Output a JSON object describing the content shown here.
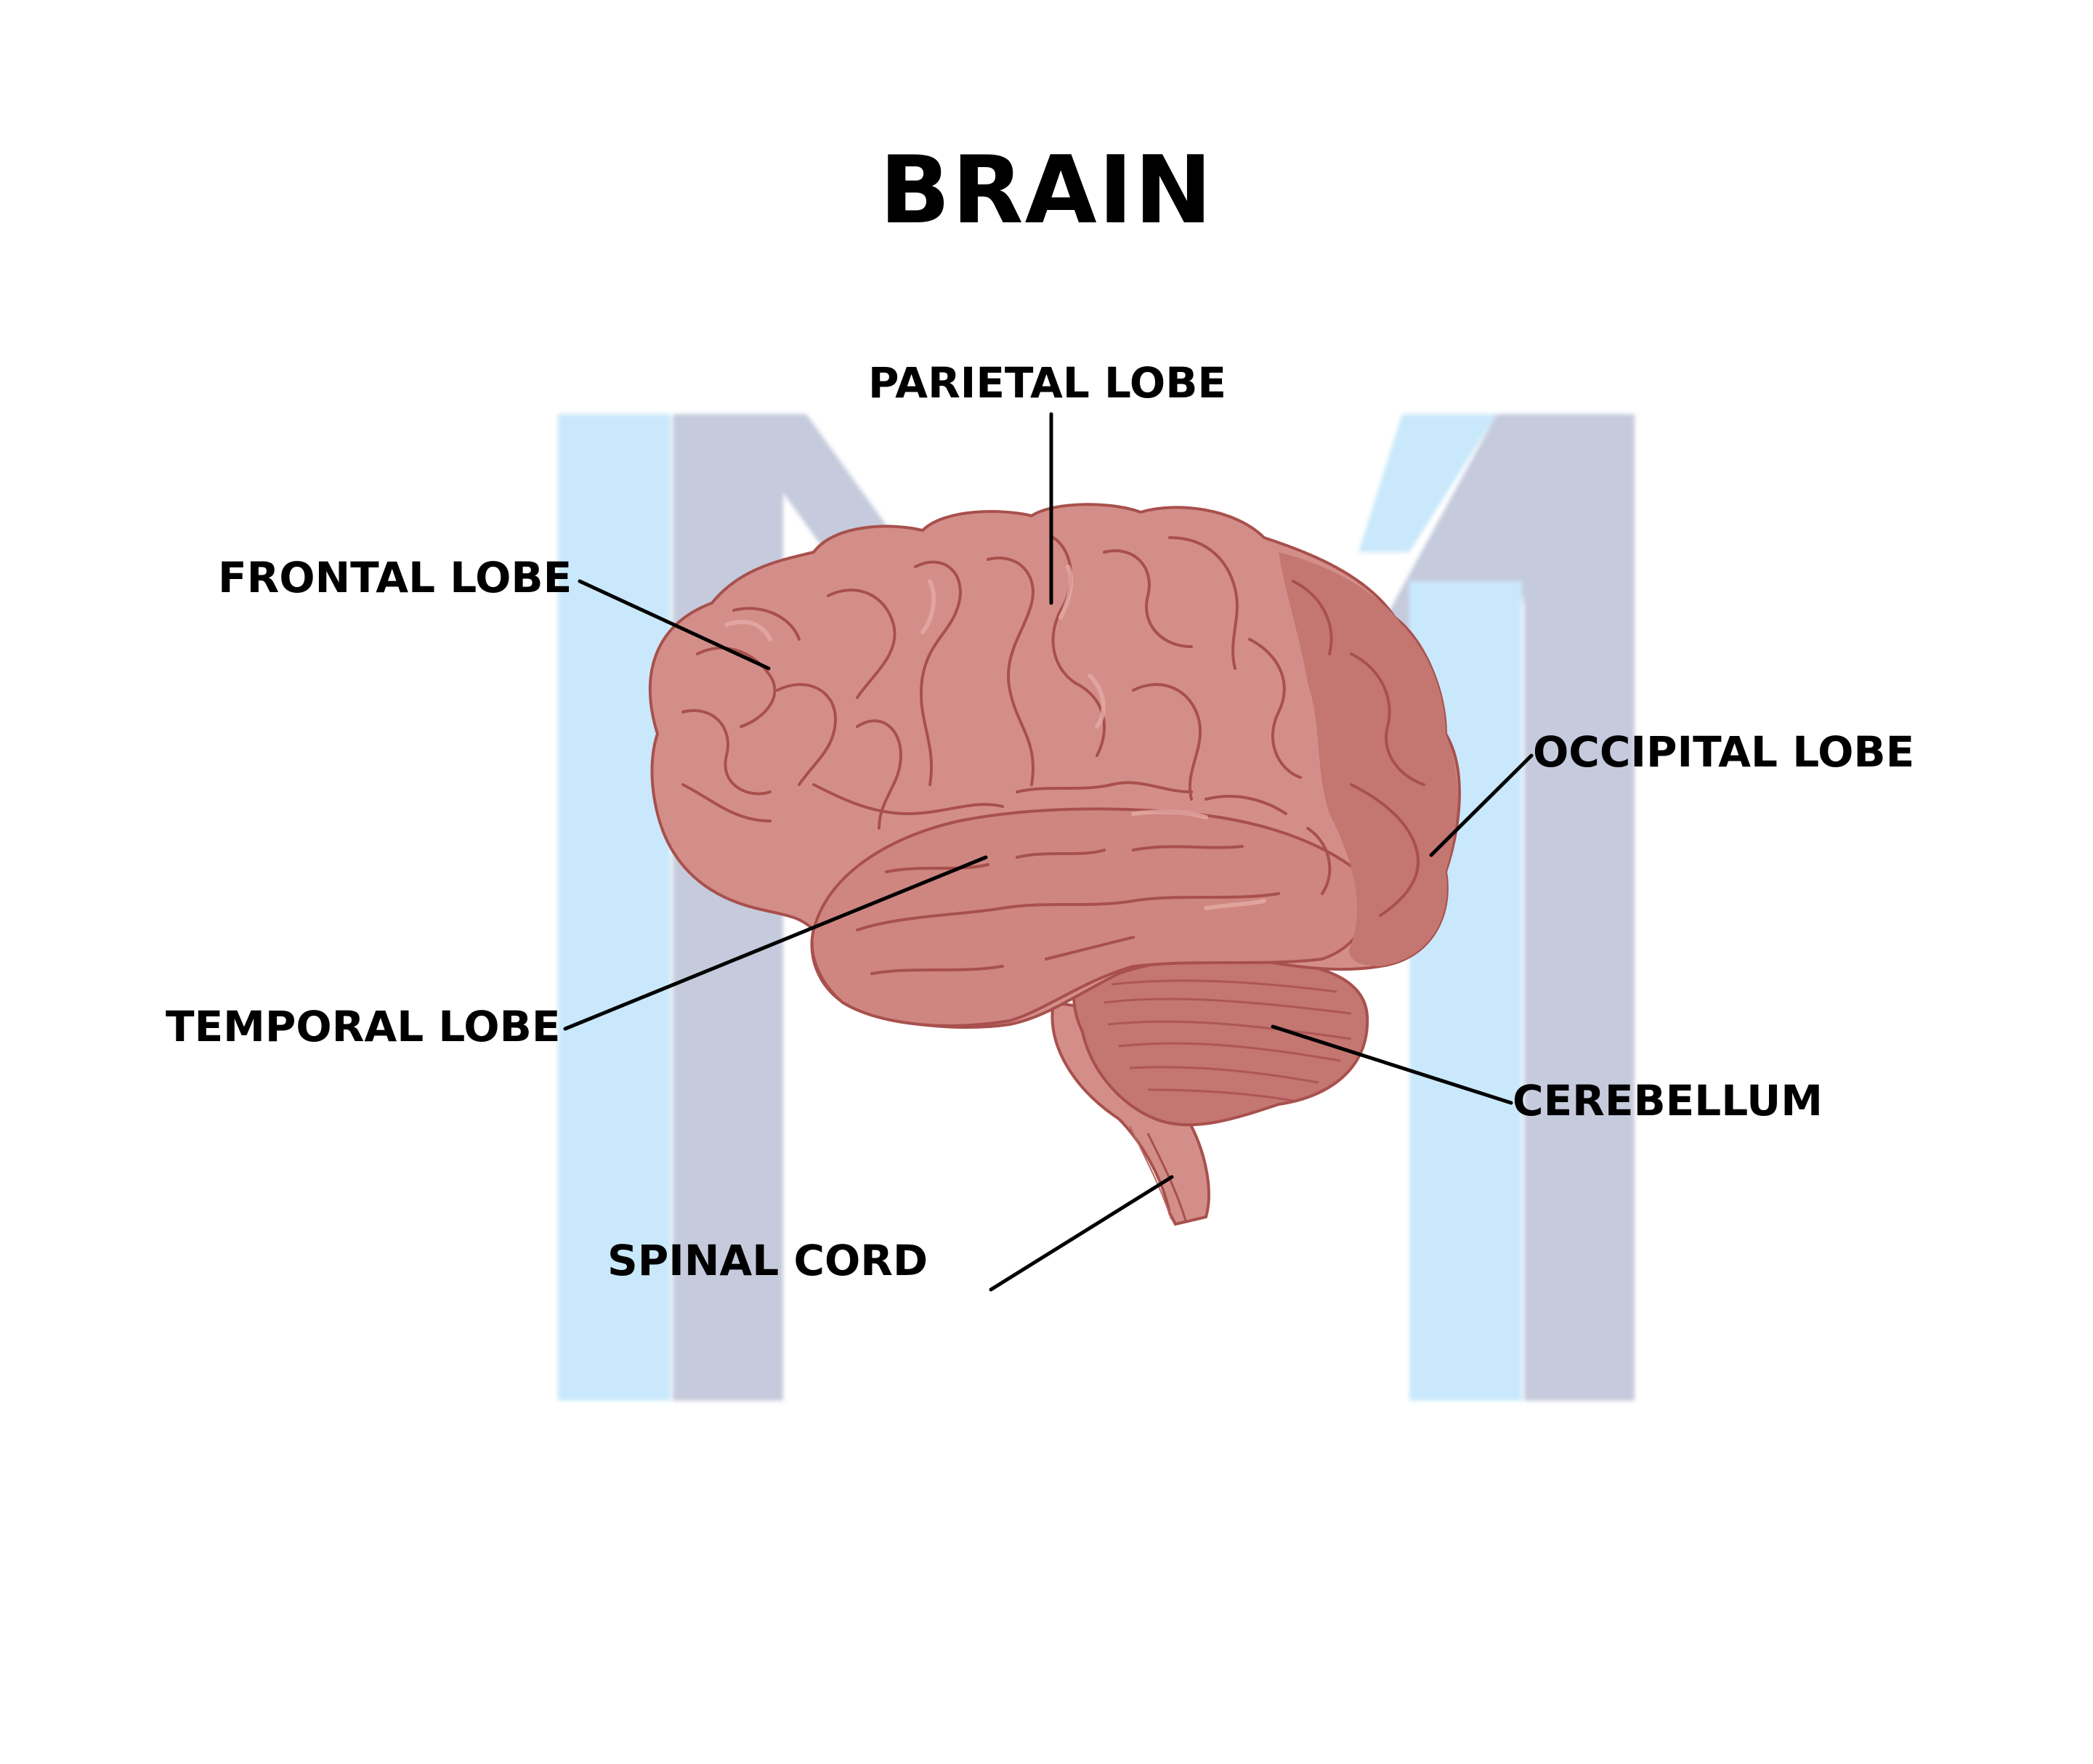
{
  "title": "BRAIN",
  "labels": {
    "parietal": "PARIETAL LOBE",
    "frontal": "FRONTAL LOBE",
    "occipital": "OCCIPITAL LOBE",
    "temporal": "TEMPORAL LOBE",
    "cerebellum": "CEREBELLUM",
    "spinal": "SPINAL CORD"
  },
  "colors": {
    "background": "#ffffff",
    "watermark_light": "#c9e8fb",
    "watermark_grey": "#c5cbdc",
    "brain_fill": "#d48e8a",
    "brain_dark": "#c47671",
    "brain_outline": "#a8504d",
    "brain_highlight": "#e3aaa5",
    "leader_line": "#000000",
    "text": "#000000"
  },
  "watermark": {
    "shape": "letter-M"
  }
}
